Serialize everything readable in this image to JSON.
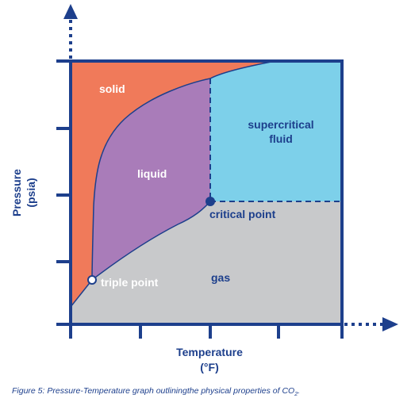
{
  "colors": {
    "solid": "#f07a5a",
    "liquid": "#a97cb9",
    "supercritical": "#7dd0ea",
    "gas": "#c8c9cb",
    "line": "#1d3f8c"
  },
  "regions": {
    "solid": "solid",
    "liquid": "liquid",
    "supercritical_line1": "supercritical",
    "supercritical_line2": "fluid",
    "gas": "gas"
  },
  "points": {
    "triple": "triple point",
    "critical": "critical point"
  },
  "axes": {
    "x_title_line1": "Temperature",
    "x_title_line2": "(°F)",
    "y_title_line1": "Pressure",
    "y_title_line2": "(psia)"
  },
  "caption": {
    "text": "Figure 5: Pressure-Temperature graph outliningthe physical properties of CO",
    "subscript": "2",
    "suffix": "."
  }
}
